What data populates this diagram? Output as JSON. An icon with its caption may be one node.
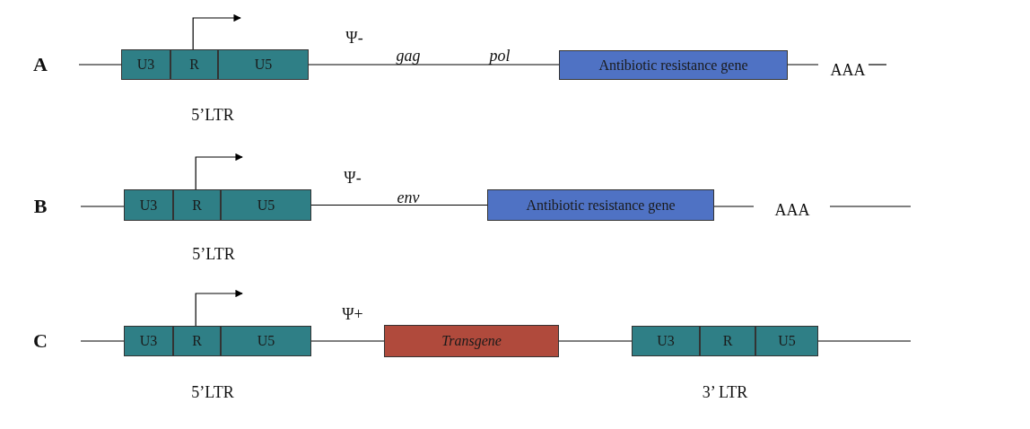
{
  "diagram": {
    "nodes": [
      {
        "text": [
          "U3"
        ]
      },
      {
        "text": [
          "R"
        ]
      },
      {
        "text": [
          "U5"
        ]
      },
      {
        "text": [
          "Antibiotic resistance gene"
        ]
      },
      {
        "text": [
          "U3"
        ]
      },
      {
        "text": [
          "R"
        ]
      },
      {
        "text": [
          "U5"
        ]
      },
      {
        "text": [
          "Antibiotic resistance gene"
        ]
      },
      {
        "text": [
          "U3"
        ]
      },
      {
        "text": [
          "R"
        ]
      },
      {
        "text": [
          "U5"
        ]
      },
      {
        "text": [
          "Transgene"
        ]
      },
      {
        "text": [
          "U3"
        ]
      },
      {
        "text": [
          "R"
        ]
      },
      {
        "text": [
          "U5"
        ]
      }
    ],
    "edges": [
      {
        "from": null,
        "to": 0,
        "arrow": "none"
      },
      {
        "from": 2,
        "to": 3,
        "arrow": "none"
      },
      {
        "from": 3,
        "to": null,
        "arrow": "none"
      },
      {
        "from": 1,
        "to": null,
        "arrow": "to"
      },
      {
        "from": null,
        "to": 4,
        "arrow": "none"
      },
      {
        "from": 6,
        "to": 7,
        "arrow": "none"
      },
      {
        "from": 7,
        "to": null,
        "arrow": "none"
      },
      {
        "from": 5,
        "to": null,
        "arrow": "to"
      },
      {
        "from": null,
        "to": 8,
        "arrow": "none"
      },
      {
        "from": 10,
        "to": 11,
        "arrow": "none"
      },
      {
        "from": 11,
        "to": 12,
        "arrow": "none"
      },
      {
        "from": 14,
        "to": null,
        "arrow": "none"
      },
      {
        "from": 9,
        "to": null,
        "arrow": "to"
      }
    ],
    "labels": [
      "Ψ-",
      "A",
      "gag",
      "pol",
      "AAA",
      "5’LTR",
      "Ψ-",
      "B",
      "env",
      "AAA",
      "5’LTR",
      "Ψ+",
      "C",
      "5’LTR",
      "3’ LTR"
    ]
  }
}
